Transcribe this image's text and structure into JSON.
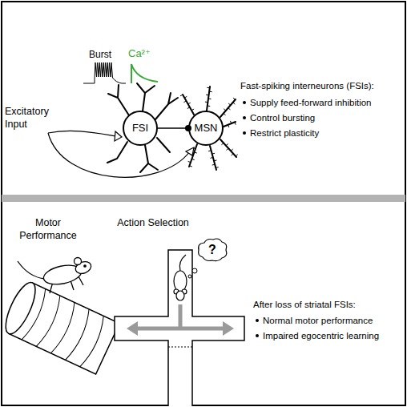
{
  "diagram": {
    "nodes": [
      {
        "text": [
          "FSI"
        ]
      },
      {
        "text": [
          "MSN"
        ]
      },
      {
        "text": [
          "?"
        ]
      }
    ],
    "edges": [
      {
        "from": 0,
        "to": 1,
        "arrow": "to"
      }
    ],
    "labels": [
      "Burst",
      "Ca²⁺",
      "Excitatory Input",
      "Fast-spiking interneurons (FSIs):",
      "Supply feed-forward inhibition",
      "Control bursting",
      "Restrict plasticity",
      "Motor Performance",
      "Action Selection",
      "After loss of striatal FSIs:",
      "Normal motor performance",
      "Impaired egocentric learning"
    ]
  }
}
